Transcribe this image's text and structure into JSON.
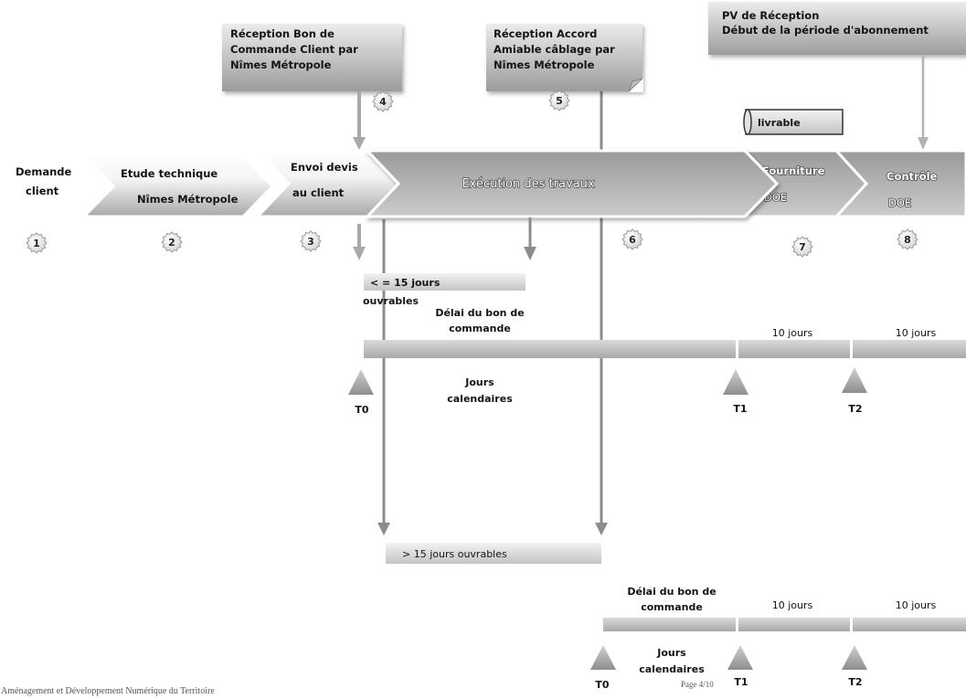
{
  "callouts": {
    "purchase_order": {
      "lines": [
        "Réception Bon de",
        "Commande Client par",
        "Nîmes Métropole"
      ],
      "badge": "4"
    },
    "agreement": {
      "lines": [
        "Réception Accord",
        "Amiable câblage par",
        "Nîmes Métropole"
      ],
      "badge": "5"
    },
    "acceptance": {
      "lines": [
        "PV de Réception",
        "Début de la période d'abonnement"
      ]
    }
  },
  "deliverable_label": "livrable",
  "steps": [
    {
      "badge": "1",
      "lines": [
        "Demande",
        "client"
      ]
    },
    {
      "badge": "2",
      "lines": [
        "Etude technique",
        "Nîmes Métropole"
      ]
    },
    {
      "badge": "3",
      "lines": [
        "Envoi devis",
        "au client"
      ]
    },
    {
      "badge": "6",
      "lines": [
        "Exécution des travaux"
      ]
    },
    {
      "badge": "7",
      "lines": [
        "Fourniture",
        "DOE"
      ]
    },
    {
      "badge": "8",
      "lines": [
        "Contrôle",
        "DOE"
      ]
    }
  ],
  "timelines": [
    {
      "condition": [
        "< = 15 jours",
        "ouvrables"
      ],
      "delay_label": [
        "Délai du bon de",
        "commande"
      ],
      "periods": [
        "10 jours",
        "10 jours"
      ],
      "calendar_label": [
        "Jours",
        "calendaires"
      ],
      "milestones": [
        "T0",
        "T1",
        "T2"
      ]
    },
    {
      "condition": [
        "> 15 jours ouvrables"
      ],
      "delay_label": [
        "Délai du bon de",
        "commande"
      ],
      "periods": [
        "10 jours",
        "10 jours"
      ],
      "calendar_label": [
        "Jours",
        "calendaires"
      ],
      "milestones": [
        "T0",
        "T1",
        "T2"
      ]
    }
  ],
  "footer": {
    "organization": "Aménagement et Développement Numérique du Territoire",
    "page": "Page 4/10"
  }
}
